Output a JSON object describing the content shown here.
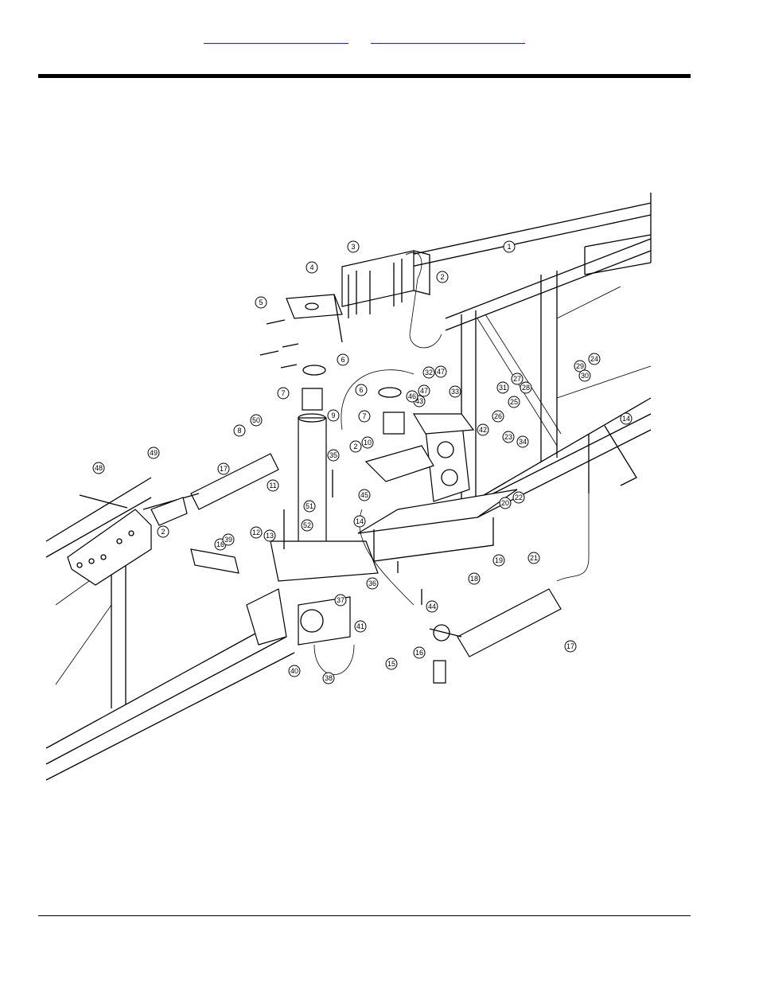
{
  "header": {
    "link_left": "",
    "link_right": ""
  },
  "diagram": {
    "callouts": [
      {
        "id": "c1",
        "label": "1"
      },
      {
        "id": "c2a",
        "label": "2"
      },
      {
        "id": "c2b",
        "label": "2"
      },
      {
        "id": "c2c",
        "label": "2"
      },
      {
        "id": "c3",
        "label": "3"
      },
      {
        "id": "c4",
        "label": "4"
      },
      {
        "id": "c5",
        "label": "5"
      },
      {
        "id": "c6a",
        "label": "6"
      },
      {
        "id": "c6b",
        "label": "6"
      },
      {
        "id": "c7a",
        "label": "7"
      },
      {
        "id": "c7b",
        "label": "7"
      },
      {
        "id": "c8",
        "label": "8"
      },
      {
        "id": "c9",
        "label": "9"
      },
      {
        "id": "c10",
        "label": "10"
      },
      {
        "id": "c11",
        "label": "11"
      },
      {
        "id": "c12",
        "label": "12"
      },
      {
        "id": "c13",
        "label": "13"
      },
      {
        "id": "c14a",
        "label": "14"
      },
      {
        "id": "c14b",
        "label": "14"
      },
      {
        "id": "c15",
        "label": "15"
      },
      {
        "id": "c16a",
        "label": "16"
      },
      {
        "id": "c16b",
        "label": "16"
      },
      {
        "id": "c17a",
        "label": "17"
      },
      {
        "id": "c17b",
        "label": "17"
      },
      {
        "id": "c18",
        "label": "18"
      },
      {
        "id": "c19",
        "label": "19"
      },
      {
        "id": "c20",
        "label": "20"
      },
      {
        "id": "c21",
        "label": "21"
      },
      {
        "id": "c22",
        "label": "22"
      },
      {
        "id": "c23",
        "label": "23"
      },
      {
        "id": "c24",
        "label": "24"
      },
      {
        "id": "c25",
        "label": "25"
      },
      {
        "id": "c26",
        "label": "26"
      },
      {
        "id": "c27",
        "label": "27"
      },
      {
        "id": "c28",
        "label": "28"
      },
      {
        "id": "c29",
        "label": "29"
      },
      {
        "id": "c30",
        "label": "30"
      },
      {
        "id": "c31",
        "label": "31"
      },
      {
        "id": "c32",
        "label": "32"
      },
      {
        "id": "c33",
        "label": "33"
      },
      {
        "id": "c34",
        "label": "34"
      },
      {
        "id": "c35",
        "label": "35"
      },
      {
        "id": "c36",
        "label": "36"
      },
      {
        "id": "c37",
        "label": "37"
      },
      {
        "id": "c38",
        "label": "38"
      },
      {
        "id": "c39",
        "label": "39"
      },
      {
        "id": "c40",
        "label": "40"
      },
      {
        "id": "c41",
        "label": "41"
      },
      {
        "id": "c42",
        "label": "42"
      },
      {
        "id": "c43",
        "label": "43"
      },
      {
        "id": "c44",
        "label": "44"
      },
      {
        "id": "c45",
        "label": "45"
      },
      {
        "id": "c46",
        "label": "46"
      },
      {
        "id": "c47a",
        "label": "47"
      },
      {
        "id": "c47b",
        "label": "47"
      },
      {
        "id": "c48",
        "label": "48"
      },
      {
        "id": "c49",
        "label": "49"
      },
      {
        "id": "c50",
        "label": "50"
      },
      {
        "id": "c51",
        "label": "51"
      },
      {
        "id": "c52",
        "label": "52"
      }
    ]
  }
}
